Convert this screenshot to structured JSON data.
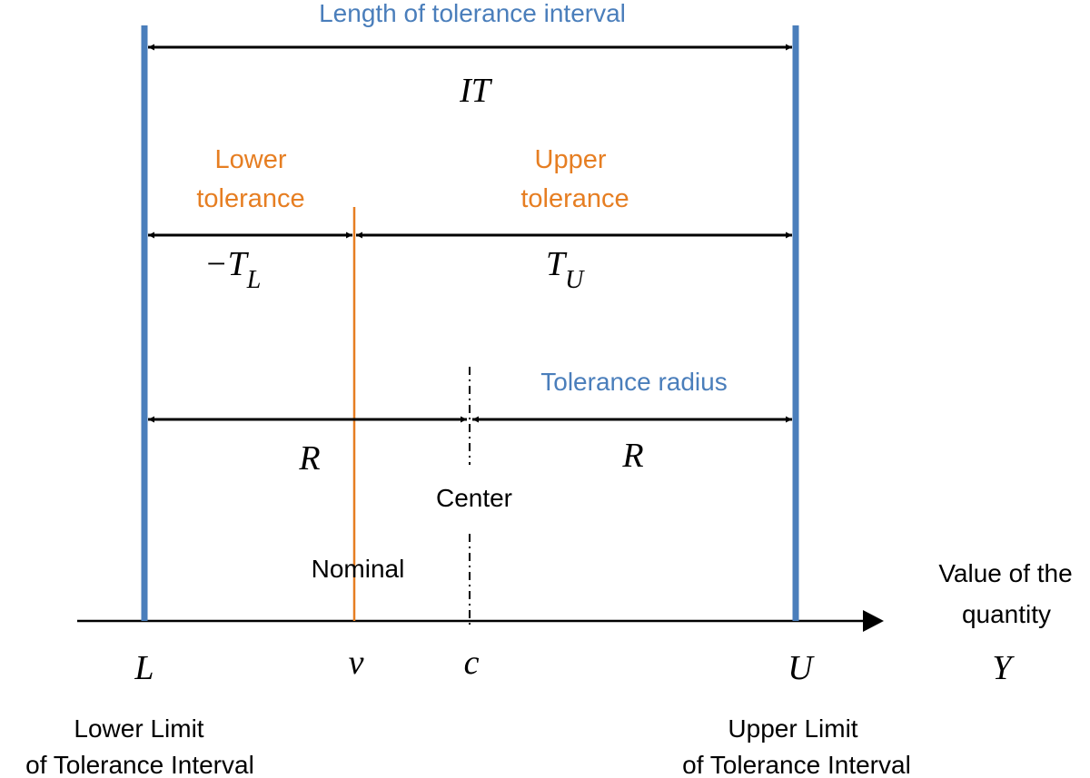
{
  "colors": {
    "blue": "#4a7ebb",
    "orange": "#e67e22",
    "black": "#000000"
  },
  "labels": {
    "interval_length_caption": "Length of tolerance interval",
    "interval_length_symbol": "IT",
    "lower_tolerance_line1": "Lower",
    "lower_tolerance_line2": "tolerance",
    "upper_tolerance_line1": "Upper",
    "upper_tolerance_line2": "tolerance",
    "lower_tolerance_symbol": "−T",
    "lower_tolerance_subscript": "L",
    "upper_tolerance_symbol": "T",
    "upper_tolerance_subscript": "U",
    "tolerance_radius_caption": "Tolerance radius",
    "radius_left_symbol": "R",
    "radius_right_symbol": "R",
    "center_caption": "Center",
    "nominal_caption": "Nominal",
    "axis_caption_line1": "Value of the",
    "axis_caption_line2": "quantity",
    "axis_symbol": "Y",
    "lower_limit_symbol": "L",
    "nominal_symbol": "ν",
    "center_symbol": "c",
    "upper_limit_symbol": "U",
    "lower_limit_line1": "Lower Limit",
    "lower_limit_line2": "of Tolerance Interval",
    "upper_limit_line1": "Upper Limit",
    "upper_limit_line2": "of Tolerance Interval"
  }
}
